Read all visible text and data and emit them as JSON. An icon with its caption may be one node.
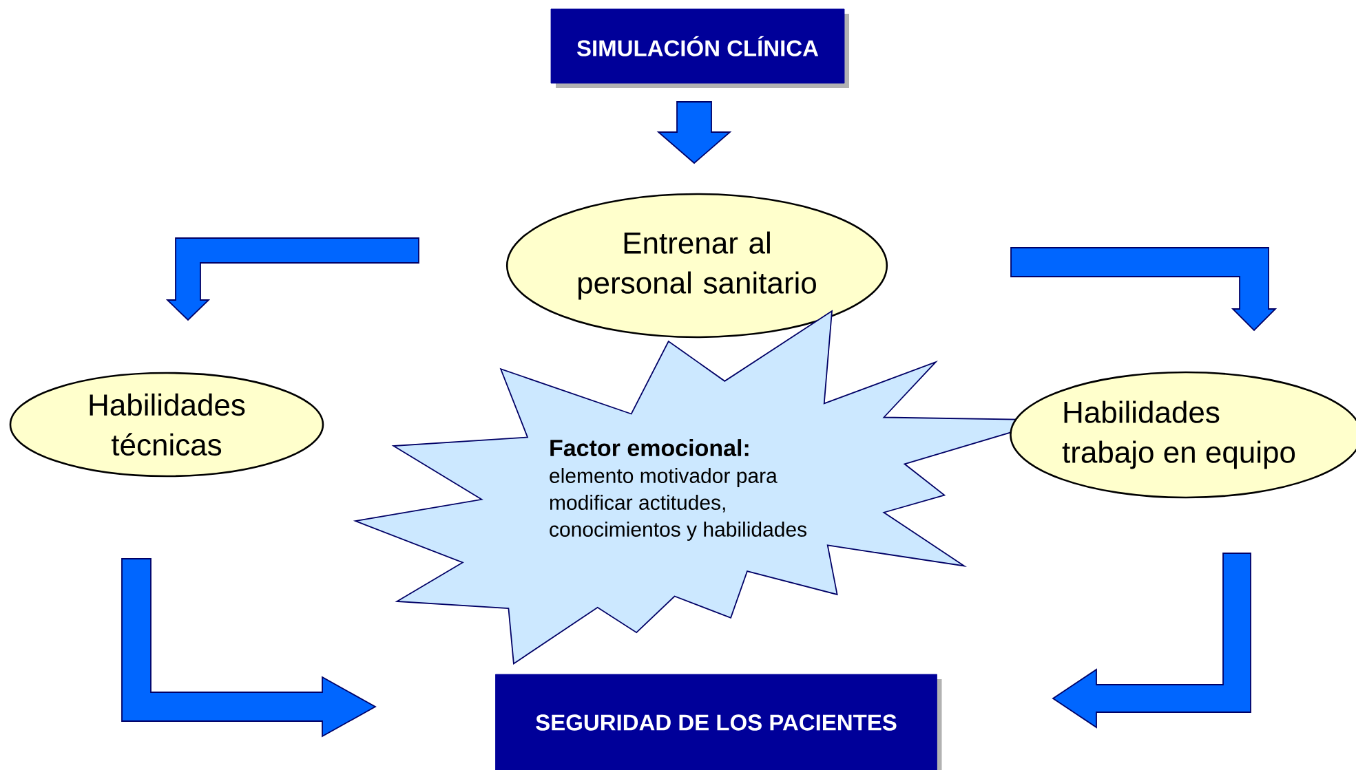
{
  "diagram": {
    "nodes": [
      {
        "text": [
          "SIMULACIÓN CLÍNICA"
        ]
      },
      {
        "text": [
          "Entrenar al personal sanitario"
        ]
      },
      {
        "text": [
          "Habilidades técnicas"
        ]
      },
      {
        "text": [
          "Factor emocional:",
          "elemento motivador para modificar actitudes, conocimientos y habilidades"
        ]
      },
      {
        "text": [
          "Habilidades trabajo en equipo"
        ]
      },
      {
        "text": [
          "SEGURIDAD DE LOS PACIENTES"
        ]
      }
    ],
    "edges": [
      {
        "from": 0,
        "to": 1,
        "arrow": "to"
      },
      {
        "from": 1,
        "to": 2,
        "arrow": "to"
      },
      {
        "from": 1,
        "to": 4,
        "arrow": "to"
      },
      {
        "from": 2,
        "to": 5,
        "arrow": "to"
      },
      {
        "from": 4,
        "to": 5,
        "arrow": "to"
      }
    ]
  }
}
